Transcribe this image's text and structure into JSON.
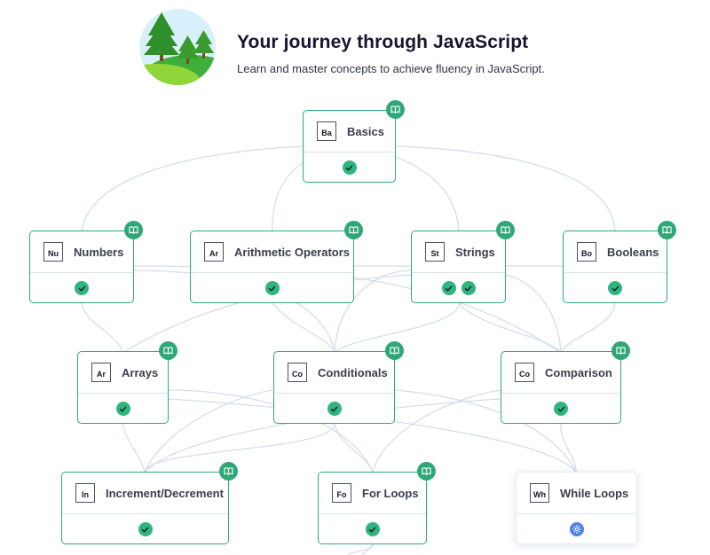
{
  "header": {
    "title": "Your journey through JavaScript",
    "subtitle": "Learn and master concepts to achieve fluency in JavaScript."
  },
  "colors": {
    "accent": "#2fa878",
    "completed": "#2fb57f",
    "in_progress": "#4d7ff0",
    "connector": "#d5dde9"
  },
  "concepts": {
    "basics": {
      "abbr": "Ba",
      "title": "Basics",
      "status": "completed",
      "badges": [
        "check-icon"
      ]
    },
    "numbers": {
      "abbr": "Nu",
      "title": "Numbers",
      "status": "completed",
      "badges": [
        "check-icon"
      ]
    },
    "arithmetic": {
      "abbr": "Ar",
      "title": "Arithmetic Operators",
      "status": "completed",
      "badges": [
        "check-icon"
      ]
    },
    "strings": {
      "abbr": "St",
      "title": "Strings",
      "status": "completed",
      "badges": [
        "check-icon",
        "check-icon"
      ]
    },
    "booleans": {
      "abbr": "Bo",
      "title": "Booleans",
      "status": "completed",
      "badges": [
        "check-icon"
      ]
    },
    "arrays": {
      "abbr": "Ar",
      "title": "Arrays",
      "status": "completed",
      "badges": [
        "check-icon"
      ]
    },
    "conditionals": {
      "abbr": "Co",
      "title": "Conditionals",
      "status": "completed",
      "badges": [
        "check-icon"
      ]
    },
    "comparison": {
      "abbr": "Co",
      "title": "Comparison",
      "status": "completed",
      "badges": [
        "check-icon"
      ]
    },
    "increment": {
      "abbr": "In",
      "title": "Increment/Decrement",
      "status": "completed",
      "badges": [
        "check-icon"
      ]
    },
    "for_loops": {
      "abbr": "Fo",
      "title": "For Loops",
      "status": "completed",
      "badges": [
        "check-icon"
      ]
    },
    "while_loops": {
      "abbr": "Wh",
      "title": "While Loops",
      "status": "available",
      "badges": [
        "sun-icon"
      ]
    }
  }
}
